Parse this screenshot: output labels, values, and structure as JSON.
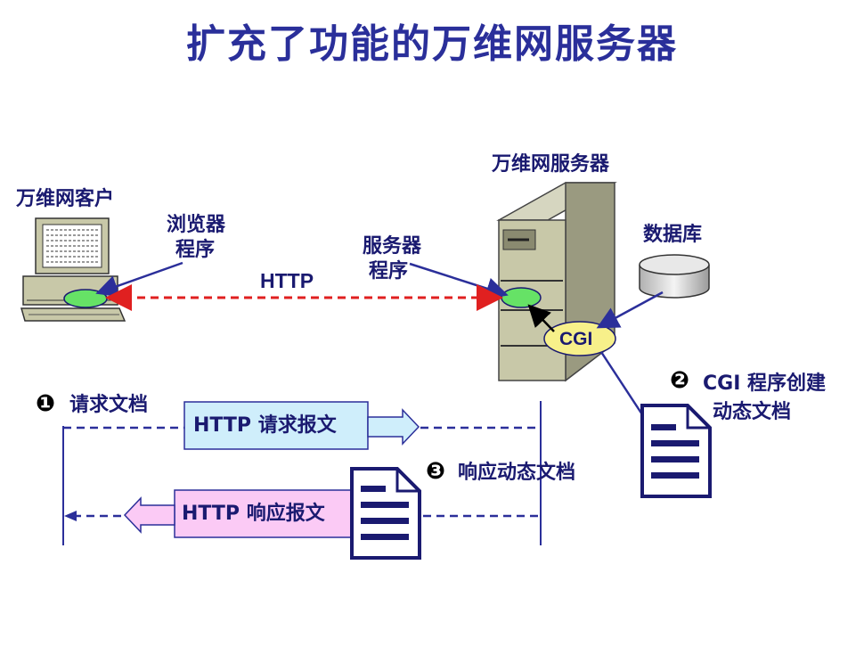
{
  "title": "扩充了功能的万维网服务器",
  "client": {
    "label": "万维网客户",
    "browser_line1": "浏览器",
    "browser_line2": "程序"
  },
  "server": {
    "label": "万维网服务器",
    "program_line1": "服务器",
    "program_line2": "程序",
    "cgi": "CGI"
  },
  "database": {
    "label": "数据库"
  },
  "protocol": {
    "label": "HTTP"
  },
  "steps": {
    "step1_num": "❶",
    "step1_text": "请求文档",
    "step2_num": "❷",
    "step2_line1": "CGI 程序创建",
    "step2_line2": "动态文档",
    "step3_num": "❸",
    "step3_text": "响应动态文档"
  },
  "messages": {
    "request": "HTTP 请求报文",
    "response": "HTTP 响应报文"
  },
  "colors": {
    "title": "#2a2f9a",
    "label": "#1a1a70",
    "http_arrow": "#e02020",
    "request_box": "#cfeefb",
    "response_box": "#fbcaf5",
    "cgi_fill": "#f7f08a",
    "program_ellipse": "#66e266"
  }
}
